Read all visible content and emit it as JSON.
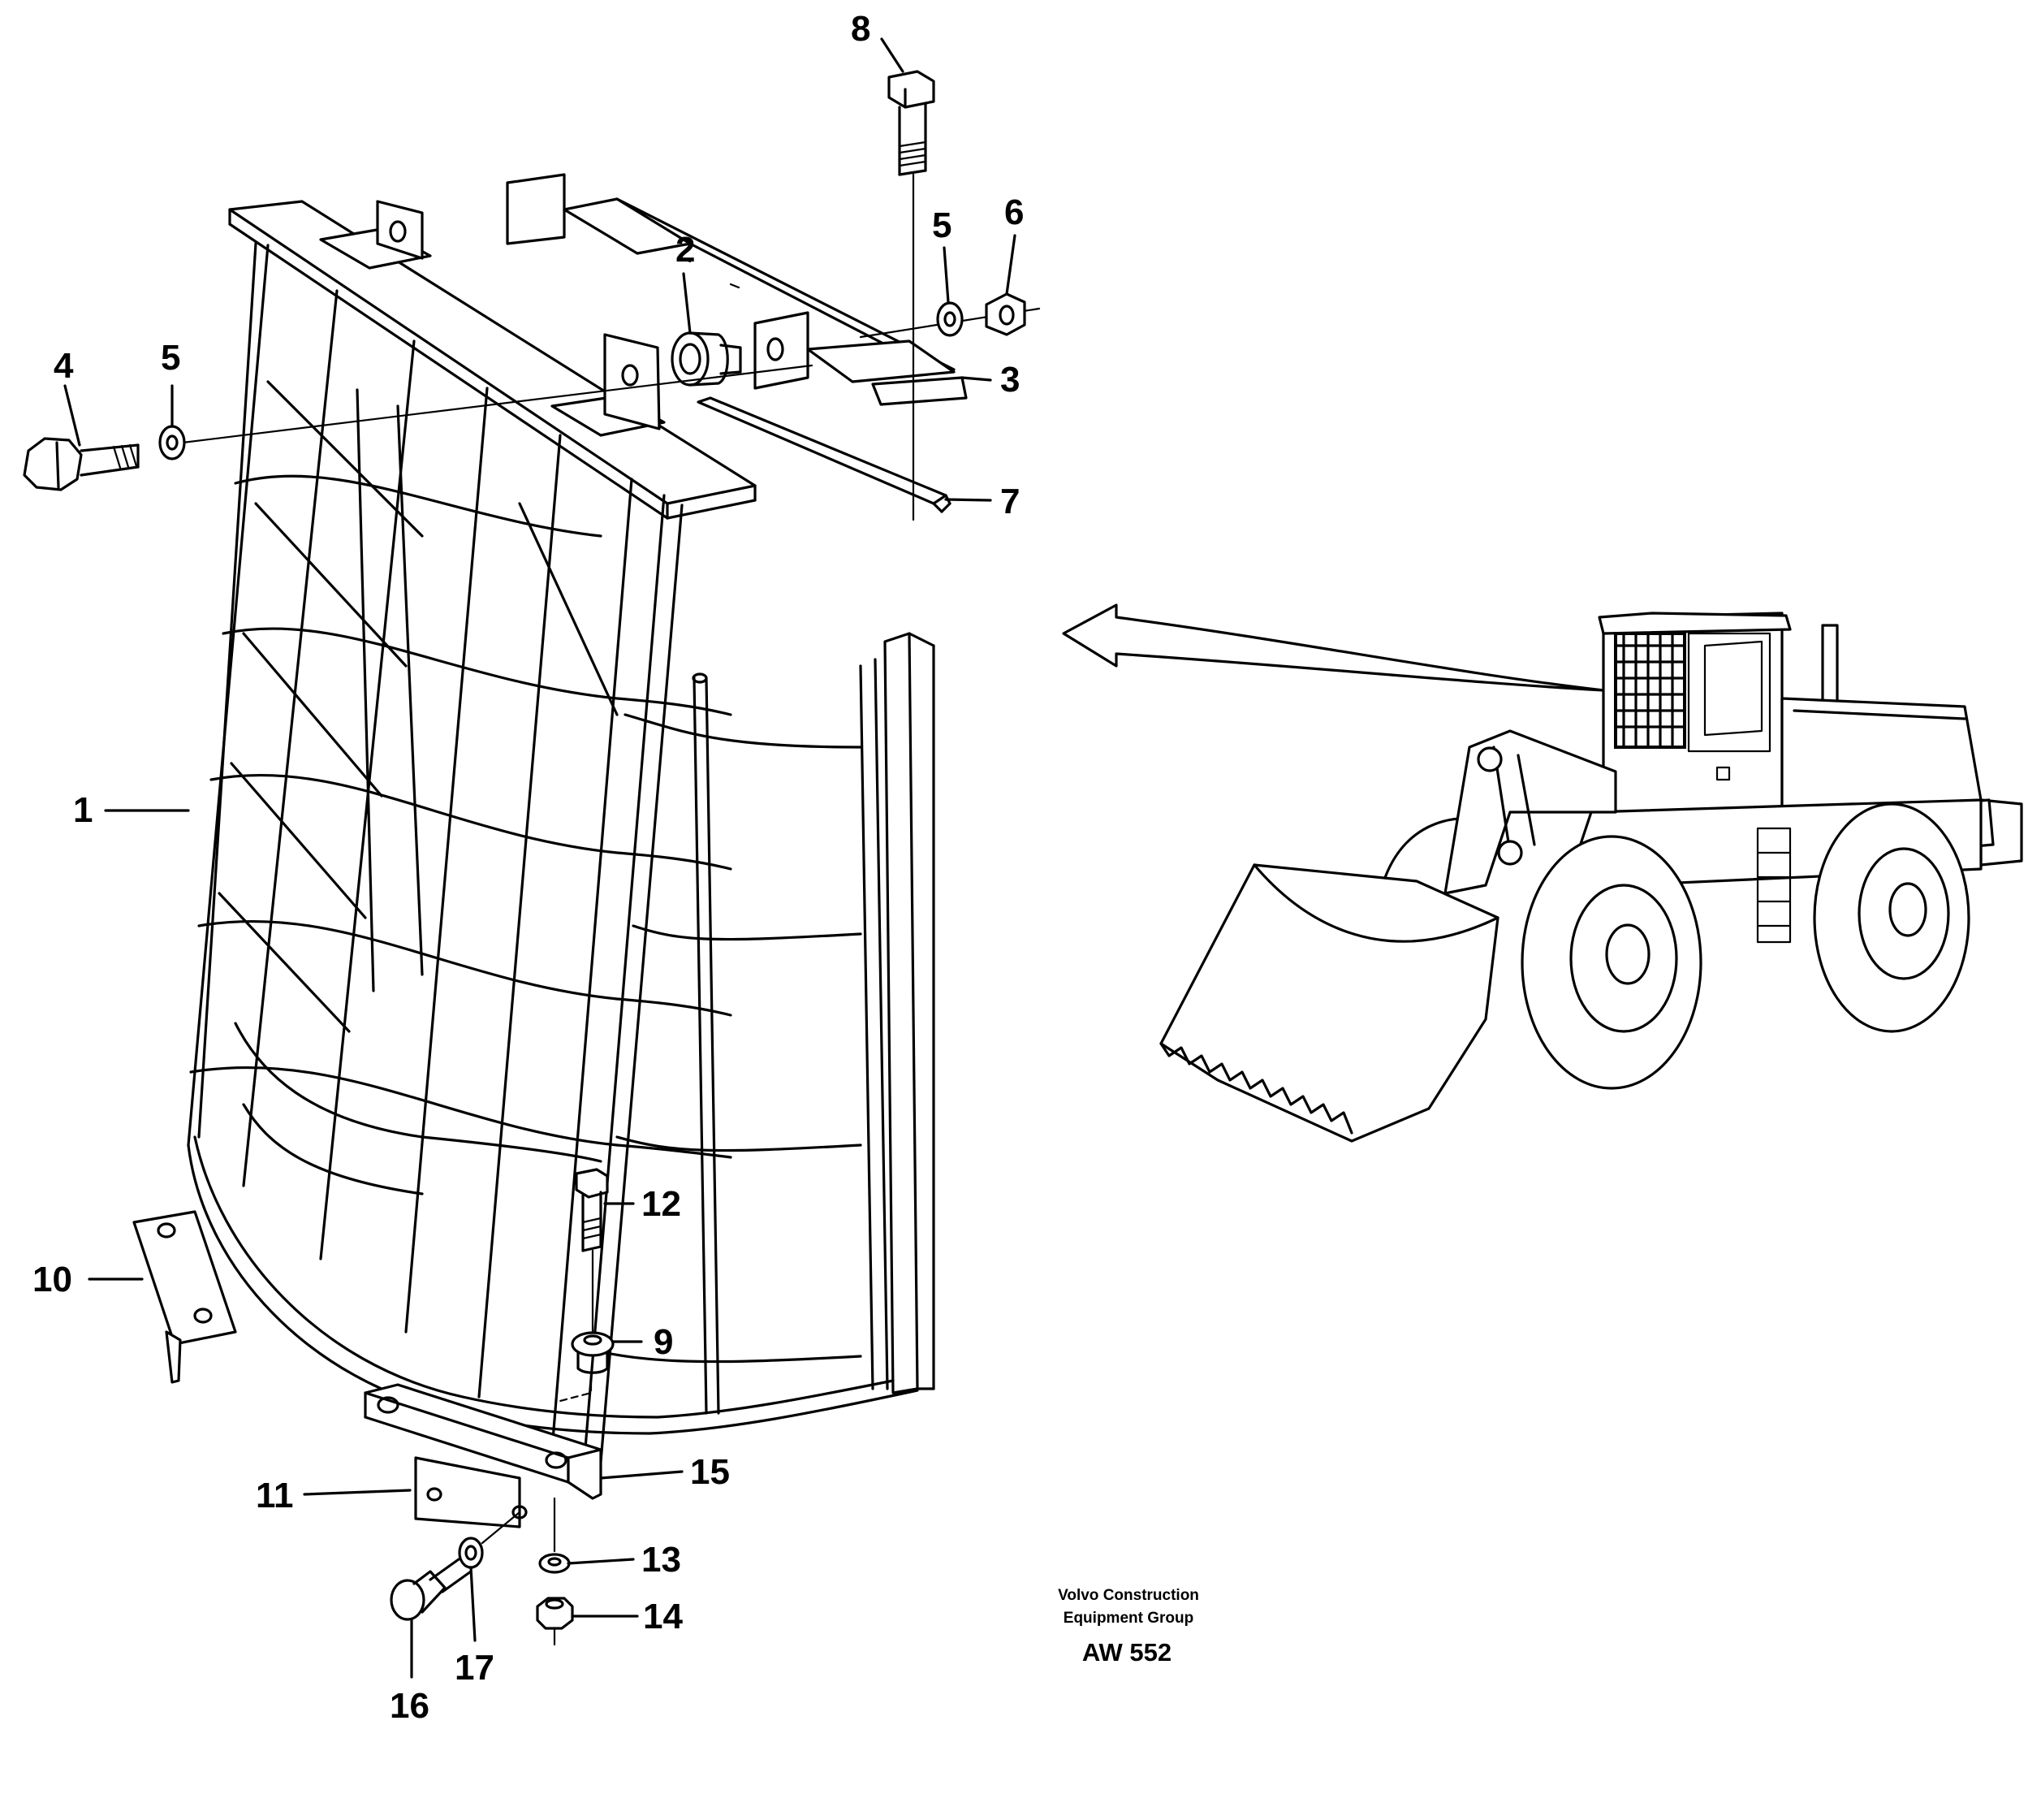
{
  "callouts": [
    {
      "id": "1",
      "text": "1"
    },
    {
      "id": "2",
      "text": "2"
    },
    {
      "id": "3",
      "text": "3"
    },
    {
      "id": "4",
      "text": "4"
    },
    {
      "id": "5a",
      "text": "5"
    },
    {
      "id": "5b",
      "text": "5"
    },
    {
      "id": "6",
      "text": "6"
    },
    {
      "id": "7",
      "text": "7"
    },
    {
      "id": "8",
      "text": "8"
    },
    {
      "id": "9",
      "text": "9"
    },
    {
      "id": "10",
      "text": "10"
    },
    {
      "id": "11",
      "text": "11"
    },
    {
      "id": "12",
      "text": "12"
    },
    {
      "id": "13",
      "text": "13"
    },
    {
      "id": "14",
      "text": "14"
    },
    {
      "id": "15",
      "text": "15"
    },
    {
      "id": "16",
      "text": "16"
    },
    {
      "id": "17",
      "text": "17"
    }
  ],
  "credit": {
    "line1": "Volvo Construction",
    "line2": "Equipment Group",
    "code": "AW 552"
  }
}
